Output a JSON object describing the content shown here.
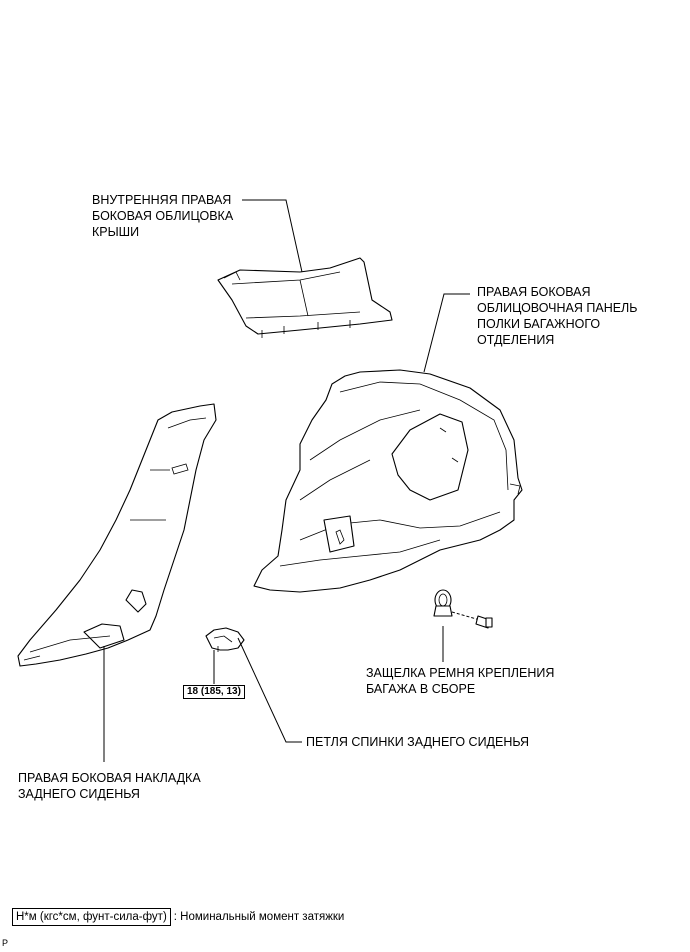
{
  "labels": {
    "roof_trim": "ВНУТРЕННЯЯ ПРАВАЯ\nБОКОВАЯ ОБЛИЦОВКА\nКРЫШИ",
    "deck_panel": "ПРАВАЯ БОКОВАЯ\nОБЛИЦОВОЧНАЯ ПАНЕЛЬ\nПОЛКИ БАГАЖНОГО\nОТДЕЛЕНИЯ",
    "strap_latch": "ЗАЩЕЛКА РЕМНЯ КРЕПЛЕНИЯ\nБАГАЖА В СБОРЕ",
    "seatback_hinge": "ПЕТЛЯ СПИНКИ ЗАДНЕГО СИДЕНЬЯ",
    "seat_cover": "ПРАВАЯ БОКОВАЯ НАКЛАДКА\nЗАДНЕГО СИДЕНЬЯ"
  },
  "torque": "18 (185, 13)",
  "legend": {
    "units": "Н*м (кгс*см, фунт-сила-фут)",
    "description": ": Номинальный момент затяжки"
  },
  "corner_mark": "P"
}
